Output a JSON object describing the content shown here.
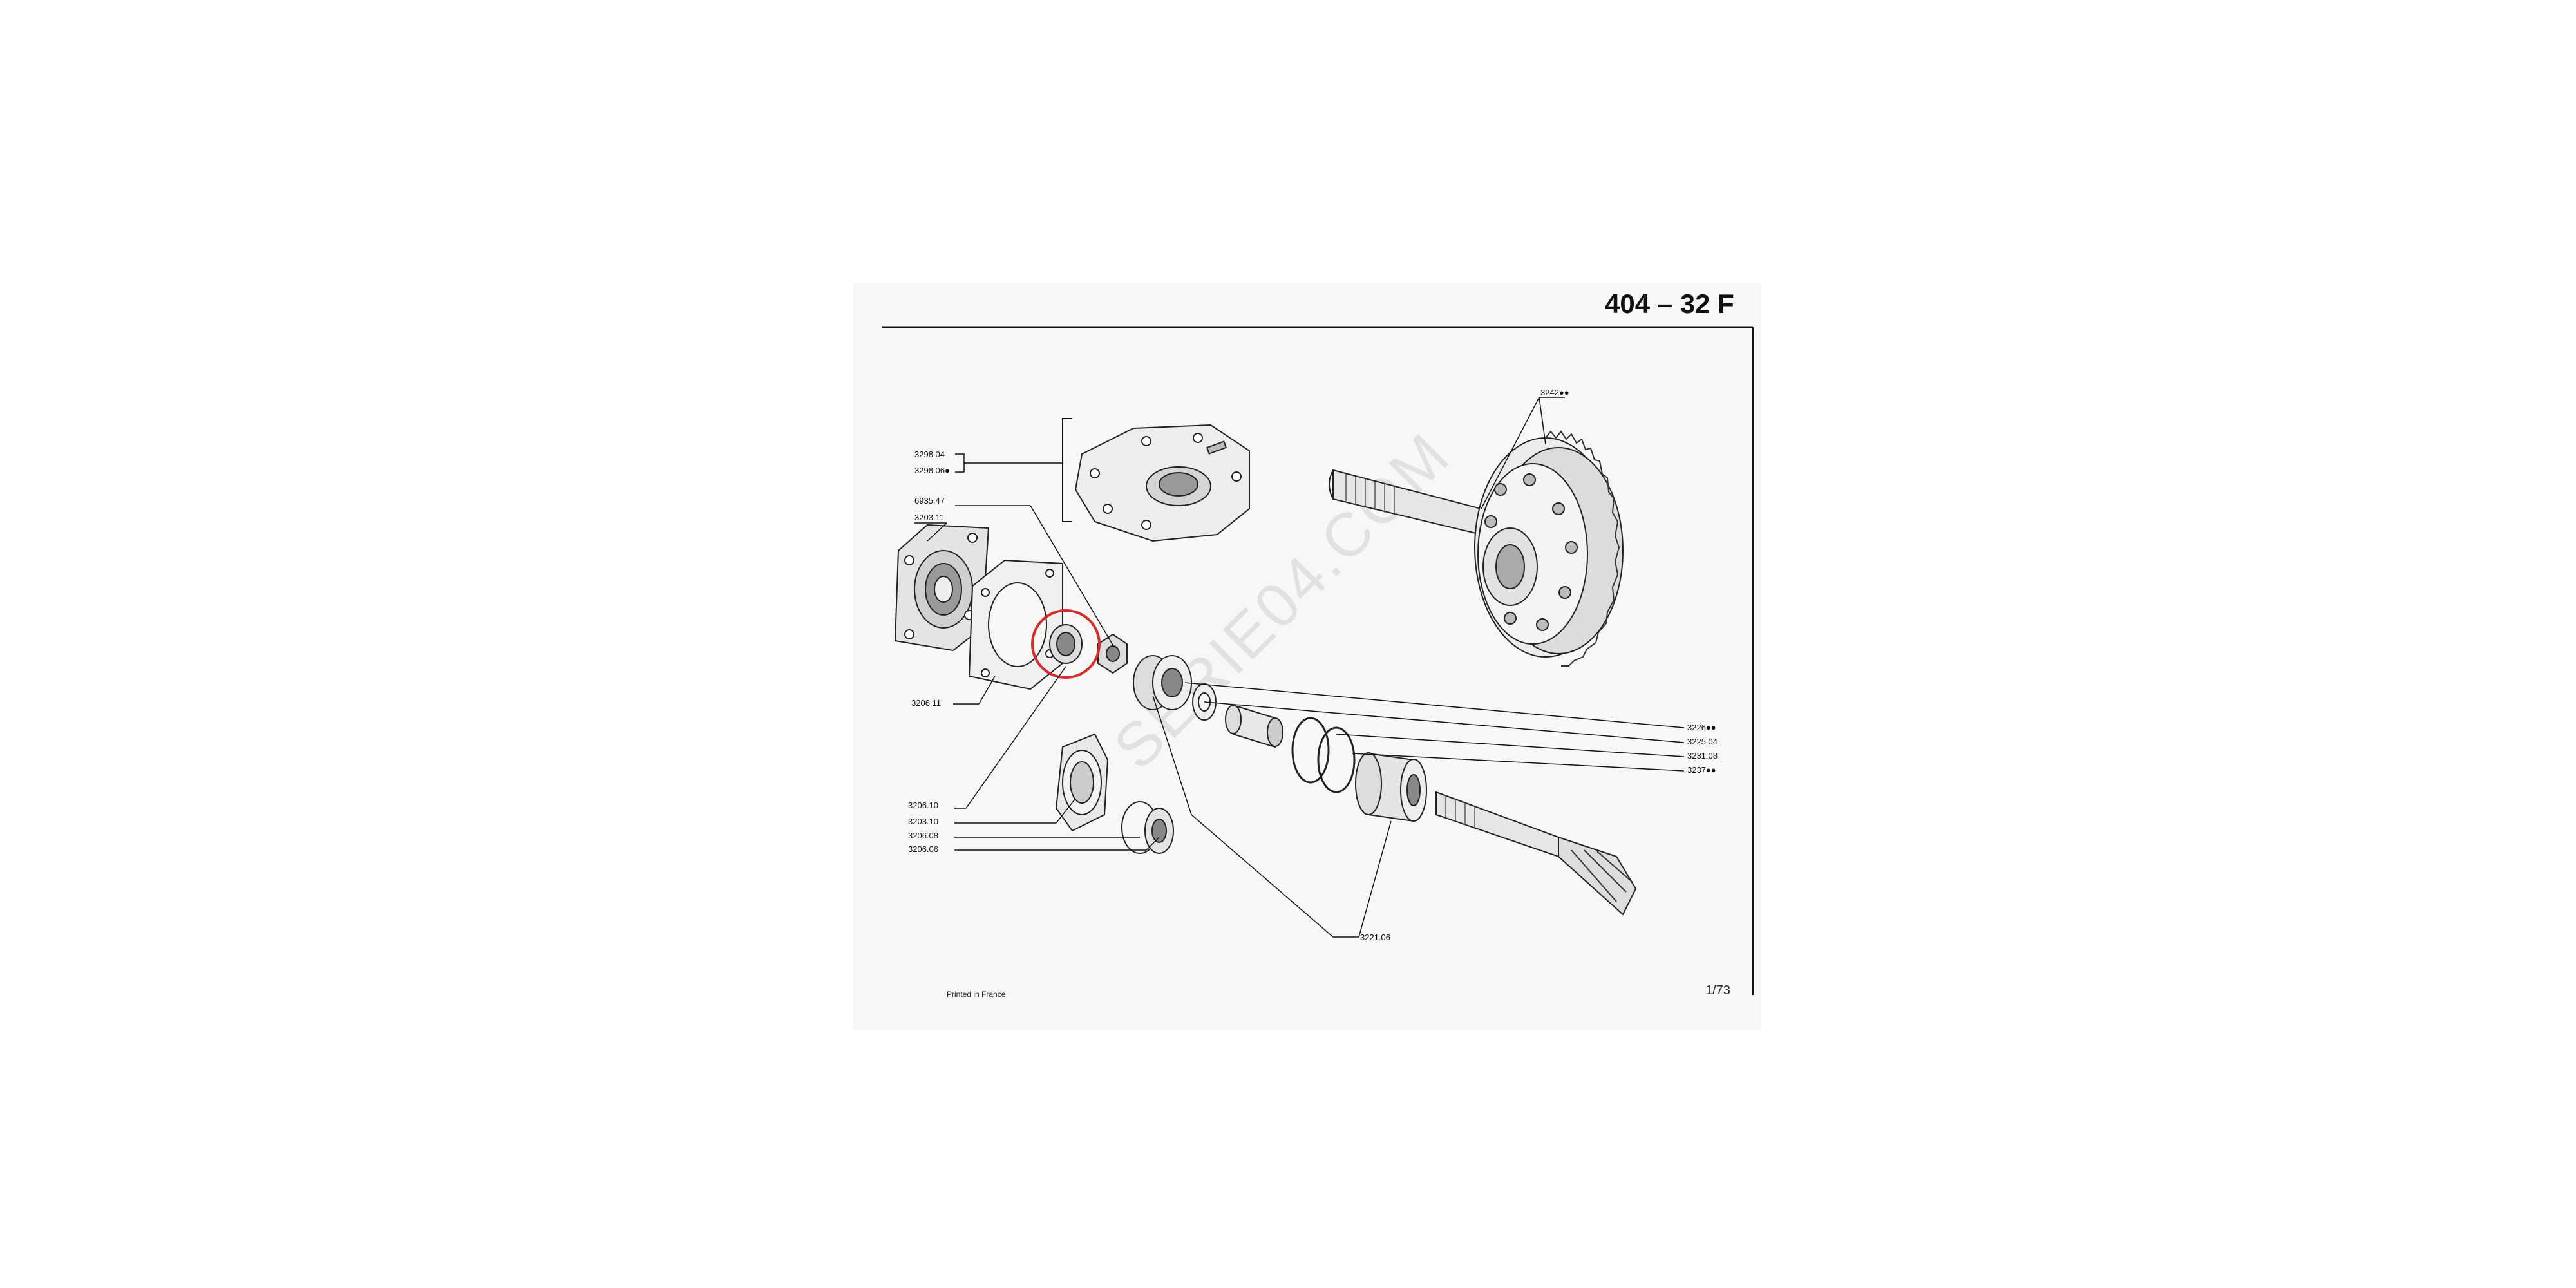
{
  "header": {
    "title": "404 – 32 F"
  },
  "footer": {
    "printed": "Printed in France",
    "page": "1/73"
  },
  "watermark": "SERIE04.COM",
  "highlight_color": "#d42a2a",
  "parts": {
    "p3242": "3242●●",
    "p3298_04": "3298.04",
    "p3298_06": "3298.06●",
    "p6935_47": "6935.47",
    "p3203_11": "3203.11",
    "p3206_11": "3206.11",
    "p3206_10": "3206.10",
    "p3203_10": "3203.10",
    "p3206_08": "3206.08",
    "p3206_06": "3206.06",
    "p3226": "3226●●",
    "p3225_04": "3225.04",
    "p3231_08": "3231.08",
    "p3237": "3237●●",
    "p3221_06": "3221.06"
  }
}
